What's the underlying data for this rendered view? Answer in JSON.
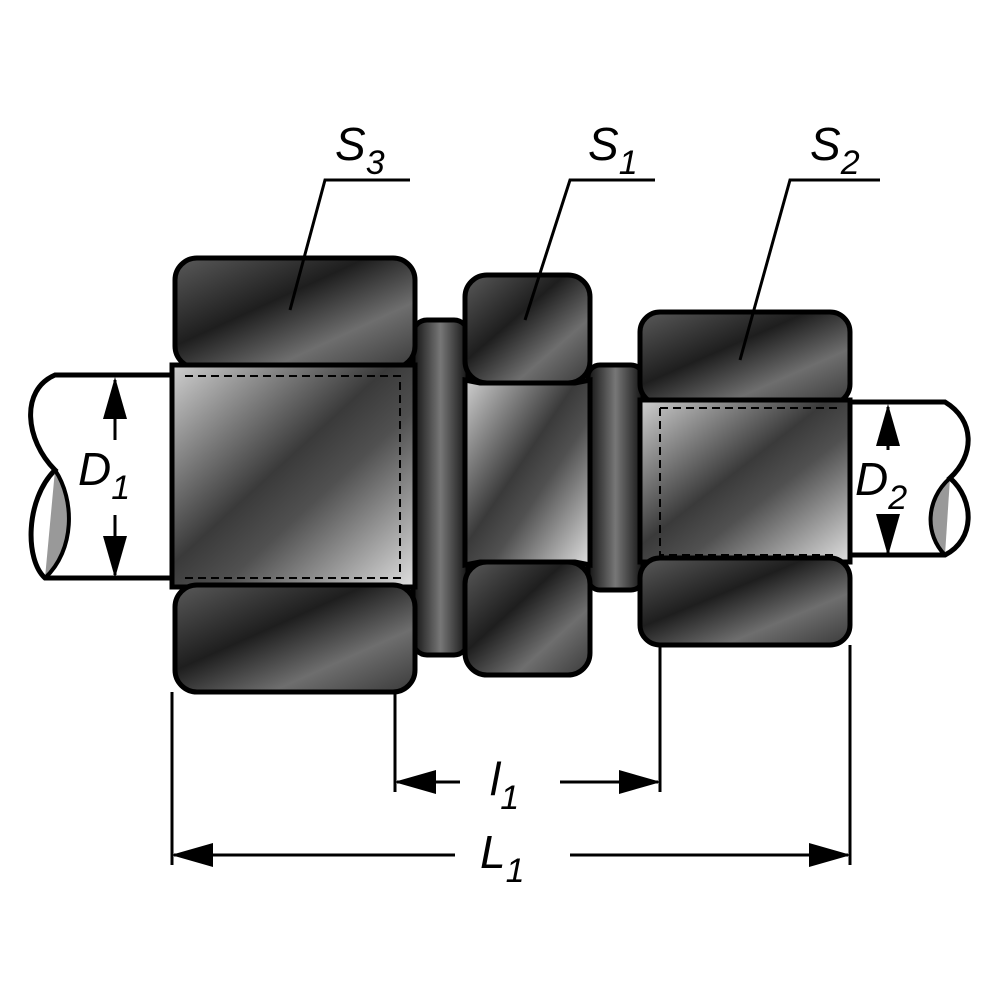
{
  "title": "Straight reducing tube fitting",
  "labels": {
    "s3": {
      "main": "S",
      "sub": "3"
    },
    "s1": {
      "main": "S",
      "sub": "1"
    },
    "s2": {
      "main": "S",
      "sub": "2"
    },
    "d1": {
      "main": "D",
      "sub": "1"
    },
    "d2": {
      "main": "D",
      "sub": "2"
    },
    "l1_small": {
      "main": "l",
      "sub": "1"
    },
    "l1_large": {
      "main": "L",
      "sub": "1"
    }
  },
  "colors": {
    "ink": "#000000",
    "dark": "#2a2a2a",
    "mid": "#7a7a7a",
    "light": "#d8d8d8"
  }
}
